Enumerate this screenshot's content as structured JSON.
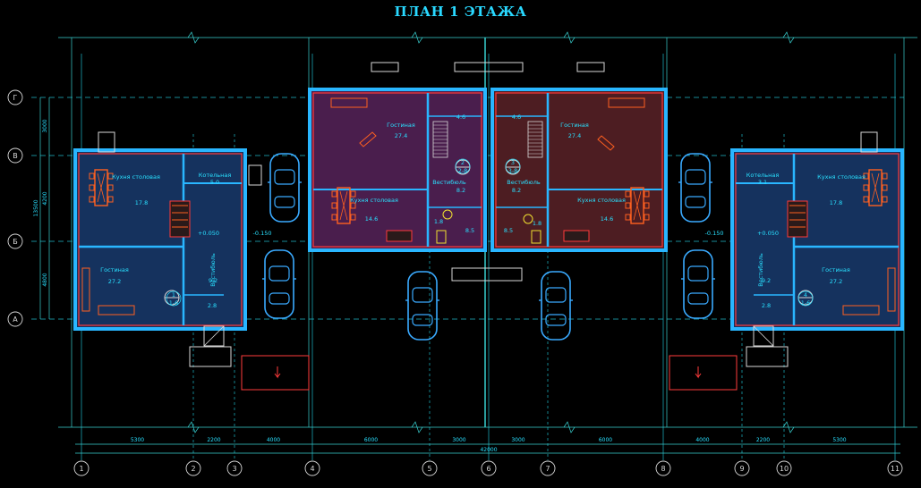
{
  "title": "ПЛАН 1 ЭТАЖА",
  "axes_vertical": [
    "1",
    "2",
    "3",
    "4",
    "5",
    "6",
    "7",
    "8",
    "9",
    "10",
    "11"
  ],
  "axes_horizontal": [
    "Г",
    "В",
    "Б",
    "А"
  ],
  "dims_bottom": [
    "5300",
    "2200",
    "4000",
    "6000",
    "3000",
    "3000",
    "6000",
    "4000",
    "2200",
    "5300"
  ],
  "dim_total": "42000",
  "dims_left": [
    "3000",
    "4200",
    "13500",
    "4800"
  ],
  "rooms": {
    "u1_kitchen_label": "Кухня столовая",
    "u1_kitchen_area": "17.8",
    "u1_boiler_label": "Котельная",
    "u1_boiler_area": "5.0",
    "u1_living_label": "Гостиная",
    "u1_living_area": "27.2",
    "u1_hall_label": "Вестибюль",
    "u1_hall_area": "9.2",
    "u1_wc_area": "2.8",
    "u1_level_a": "+0.050",
    "u1_level_b": "-0.150",
    "u1_mark": "1",
    "u1_mark_sub": "1-6",
    "u2_living_label": "Гостиная",
    "u2_living_area": "27.4",
    "u2_kitchen_label": "Кухня столовая",
    "u2_kitchen_area": "14.6",
    "u2_hall_label": "Вестибюль",
    "u2_hall_area": "8.2",
    "u2_stair_area": "4.6",
    "u2_wc_area": "1.8",
    "u2_entry_area": "8.5",
    "u2_mark": "2",
    "u2_mark_sub": "2-8",
    "u3_living_label": "Гостиная",
    "u3_living_area": "27.4",
    "u3_kitchen_label": "Кухня столовая",
    "u3_kitchen_area": "14.6",
    "u3_hall_label": "Вестибюль",
    "u3_hall_area": "8.2",
    "u3_stair_area": "4.6",
    "u3_wc_area": "1.8",
    "u3_entry_area": "8.5",
    "u3_mark": "3",
    "u3_mark_sub": "3-8",
    "u4_kitchen_label": "Кухня столовая",
    "u4_kitchen_area": "17.8",
    "u4_boiler_label": "Котельная",
    "u4_boiler_area": "3.1",
    "u4_living_label": "Гостиная",
    "u4_living_area": "27.2",
    "u4_hall_label": "Вестибюль",
    "u4_hall_area": "9.2",
    "u4_wc_area": "2.8",
    "u4_level_a": "+0.050",
    "u4_level_b": "-0.150",
    "u4_mark": "4",
    "u4_mark_sub": "1-6"
  },
  "colors": {
    "background": "#000000",
    "wall_outline": "#29b6ff",
    "wall_inner": "#ff3b3b",
    "unit_blue": "#15325e",
    "unit_purple": "#4a1e4d",
    "unit_maroon": "#4d1d22",
    "dim_line": "#39d0d0",
    "text": "#29e0ff",
    "furniture": "#ff6020",
    "car": "#3aaaff"
  }
}
